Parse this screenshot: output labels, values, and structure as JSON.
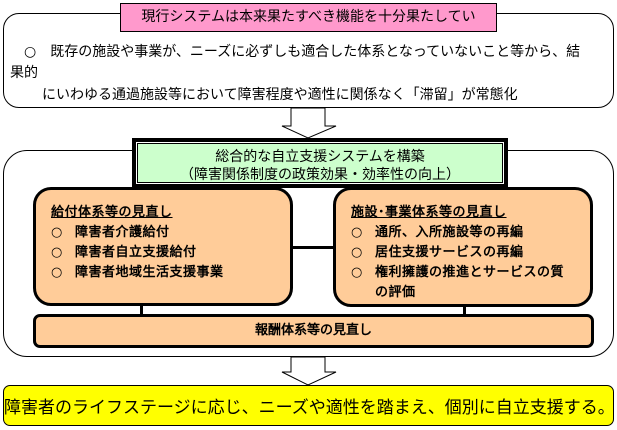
{
  "colors": {
    "title_fill": "#FF99CC",
    "system_fill": "#CCFFCC",
    "review_fill": "#FFCC99",
    "goal_fill": "#FFFF00",
    "line": "#000000"
  },
  "problem": {
    "title": "現行システムは本来果たすべき機能を十分果たしてい",
    "lines": [
      "　○　既存の施設や事業が、ニーズに必ずしも適合した体系となっていないこと等から、結",
      "果的",
      "にいわゆる通過施設等において障害程度や適性に関係なく「滞留」が常態化"
    ]
  },
  "system": {
    "title": "総合的な自立支援システムを構築",
    "subtitle": "（障害関係制度の政策効果・効率性の向上）"
  },
  "benefits_review": {
    "heading": "給付体系等の見直し",
    "bullet": "○",
    "items": [
      "障害者介護給付",
      "障害者自立支援給付",
      "障害者地域生活支援事業"
    ]
  },
  "facilities_review": {
    "heading": "施設･事業体系等の見直し",
    "bullet": "○",
    "items": [
      "通所、入所施設等の再編",
      "居住支援サービスの再編",
      "権利擁護の推進とサービスの質"
    ],
    "item3_continuation": "の評価"
  },
  "compensation_review": {
    "label": "報酬体系等の見直し"
  },
  "goal": {
    "text": "障害者のライフステージに応じ、ニーズや適性を踏まえ、個別に自立支援する。"
  }
}
